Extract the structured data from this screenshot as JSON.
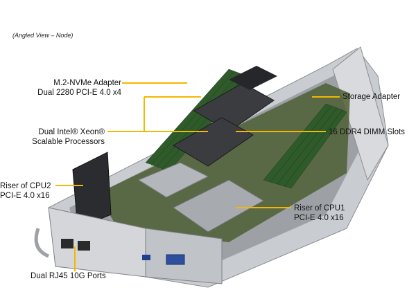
{
  "caption": "(Angled View – Node)",
  "callouts": {
    "m2": {
      "line1": "M.2-NVMe Adapter",
      "line2": "Dual 2280 PCI-E 4.0 x4"
    },
    "cpus": {
      "line1": "Dual Intel® Xeon®",
      "line2": "Scalable Processors"
    },
    "riser_cpu2": {
      "line1": "Riser of CPU2",
      "line2": "PCI-E 4.0 x16"
    },
    "rj45": {
      "line1": "Dual RJ45 10G Ports"
    },
    "storage": {
      "line1": "Storage Adapter"
    },
    "dimm": {
      "line1": "16 DDR4 DIMM Slots"
    },
    "riser_cpu1": {
      "line1": "Riser of CPU1",
      "line2": "PCI-E 4.0 x16"
    }
  },
  "colors": {
    "leader": "#f5b700",
    "chassis": "#b9bcc0",
    "board": "#5a6b3a"
  }
}
